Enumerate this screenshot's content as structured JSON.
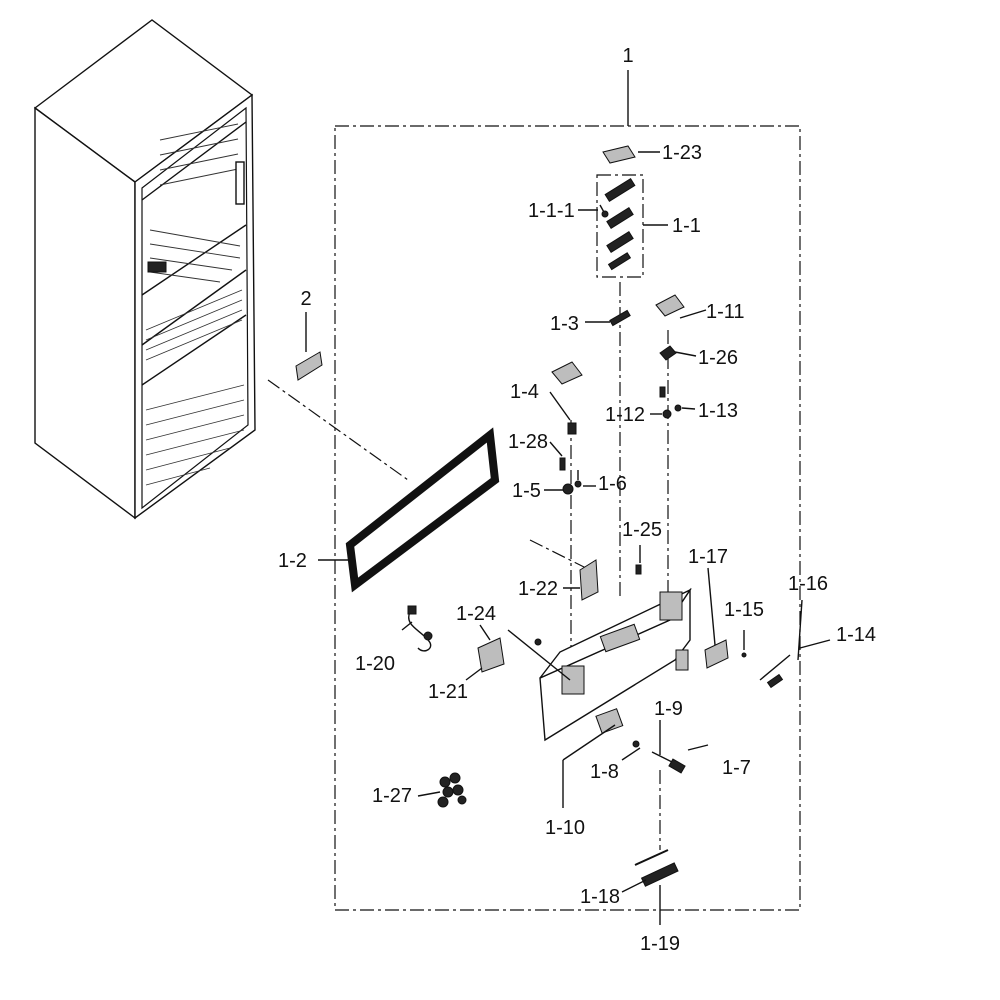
{
  "diagram": {
    "assembly_label": "1",
    "gasket_label": "2",
    "parts": [
      {
        "key": "p1_23",
        "label": "1-23"
      },
      {
        "key": "p1_1_1",
        "label": "1-1-1"
      },
      {
        "key": "p1_1",
        "label": "1-1"
      },
      {
        "key": "p1_3",
        "label": "1-3"
      },
      {
        "key": "p1_11",
        "label": "1-11"
      },
      {
        "key": "p1_26",
        "label": "1-26"
      },
      {
        "key": "p1_4",
        "label": "1-4"
      },
      {
        "key": "p1_12",
        "label": "1-12"
      },
      {
        "key": "p1_13",
        "label": "1-13"
      },
      {
        "key": "p1_28",
        "label": "1-28"
      },
      {
        "key": "p1_5",
        "label": "1-5"
      },
      {
        "key": "p1_6",
        "label": "1-6"
      },
      {
        "key": "p1_25",
        "label": "1-25"
      },
      {
        "key": "p1_2",
        "label": "1-2"
      },
      {
        "key": "p1_17",
        "label": "1-17"
      },
      {
        "key": "p1_22",
        "label": "1-22"
      },
      {
        "key": "p1_16",
        "label": "1-16"
      },
      {
        "key": "p1_24",
        "label": "1-24"
      },
      {
        "key": "p1_15",
        "label": "1-15"
      },
      {
        "key": "p1_14",
        "label": "1-14"
      },
      {
        "key": "p1_20",
        "label": "1-20"
      },
      {
        "key": "p1_21",
        "label": "1-21"
      },
      {
        "key": "p1_9",
        "label": "1-9"
      },
      {
        "key": "p1_8",
        "label": "1-8"
      },
      {
        "key": "p1_7",
        "label": "1-7"
      },
      {
        "key": "p1_27",
        "label": "1-27"
      },
      {
        "key": "p1_10",
        "label": "1-10"
      },
      {
        "key": "p1_18",
        "label": "1-18"
      },
      {
        "key": "p1_19",
        "label": "1-19"
      }
    ]
  }
}
